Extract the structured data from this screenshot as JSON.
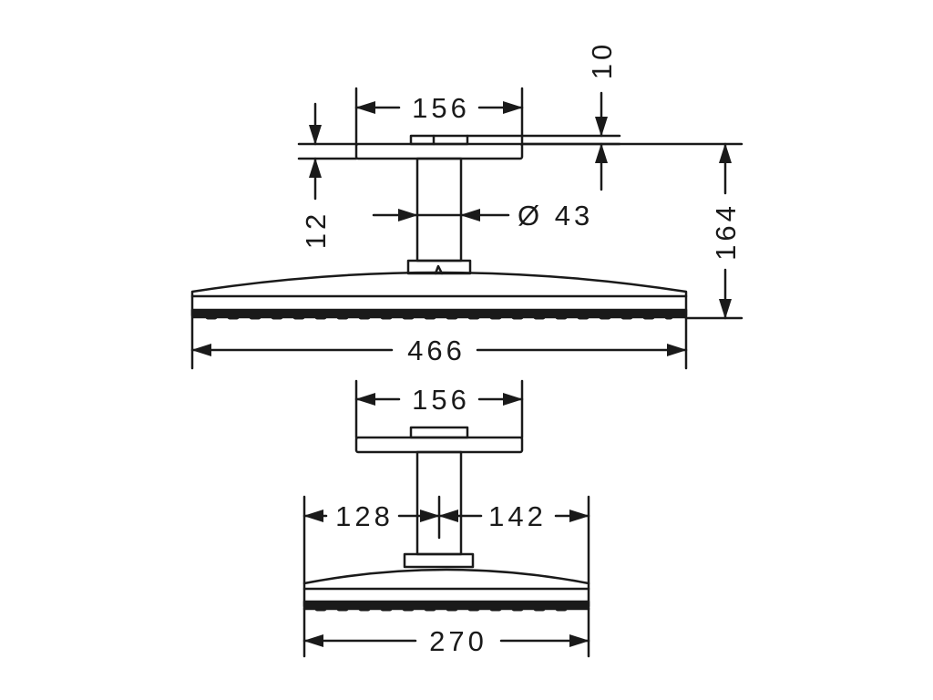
{
  "figure": {
    "top_view": {
      "mount_width": "156",
      "plate_thickness": "12",
      "arm_gap": "10",
      "arm_diameter": "Ø 43",
      "total_height": "164",
      "head_width": "466"
    },
    "bottom_view": {
      "mount_width": "156",
      "left_offset": "128",
      "right_offset": "142",
      "head_depth": "270"
    }
  }
}
